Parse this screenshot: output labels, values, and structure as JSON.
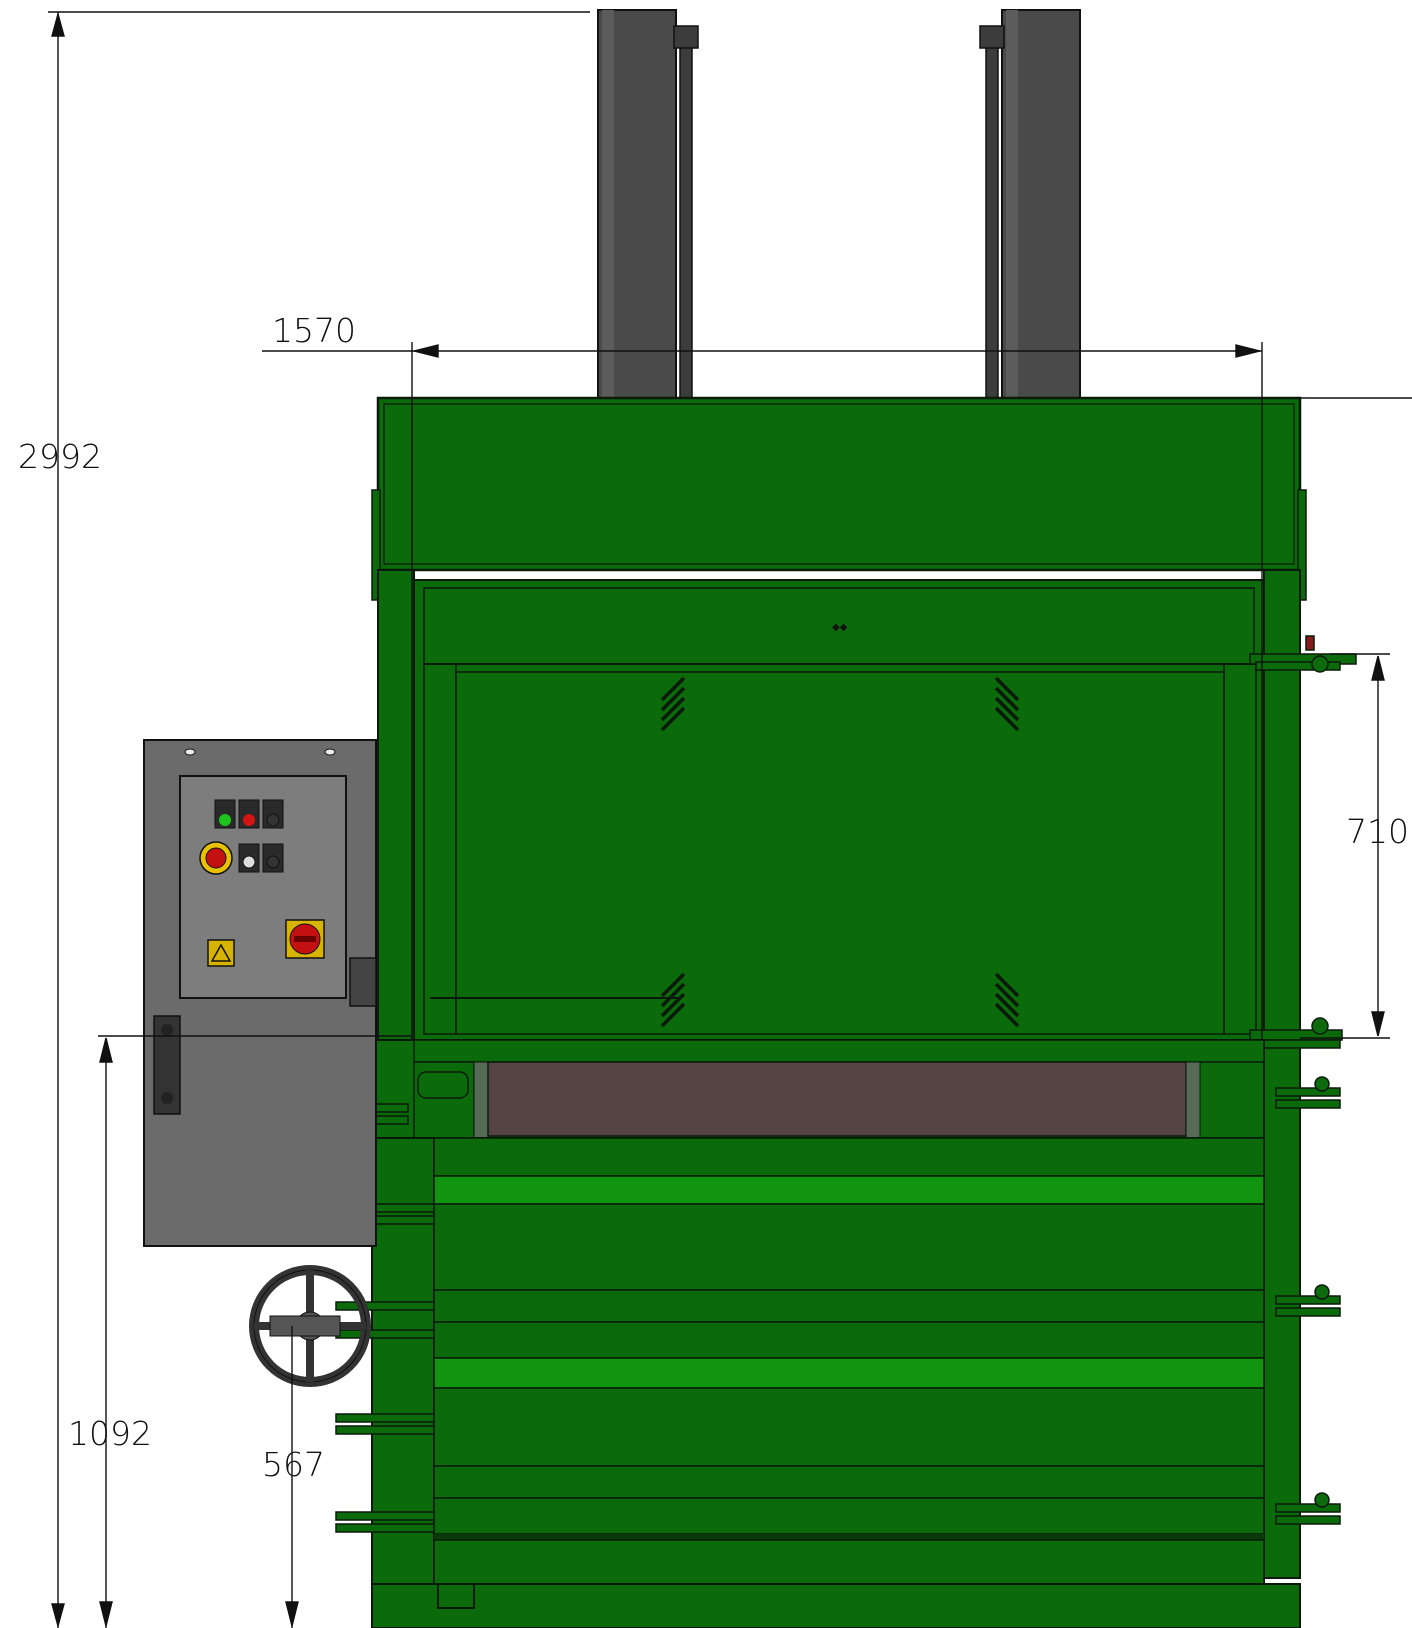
{
  "drawing": {
    "colors": {
      "frame_green": "#0b6b0b",
      "frame_green_dark": "#085a08",
      "band_green": "#119511",
      "outline": "#0a1a0a",
      "cylinder": "#4a4a4a",
      "panel_gray": "#6b6b6b",
      "box_gray": "#7d7d7d",
      "door_brown": "#564444"
    },
    "dimensions": {
      "overall_height": "2992",
      "top_width": "1570",
      "door_height": "710",
      "door_bottom_height": "1092",
      "handwheel_height": "567"
    },
    "control_panel": {
      "lamps": [
        "green-lamp",
        "red-lamp",
        "off-lamp"
      ],
      "emergency_stop": "emergency-stop-icon",
      "main_switch": "main-switch-icon",
      "warning_label": "warning-sign-icon"
    }
  }
}
